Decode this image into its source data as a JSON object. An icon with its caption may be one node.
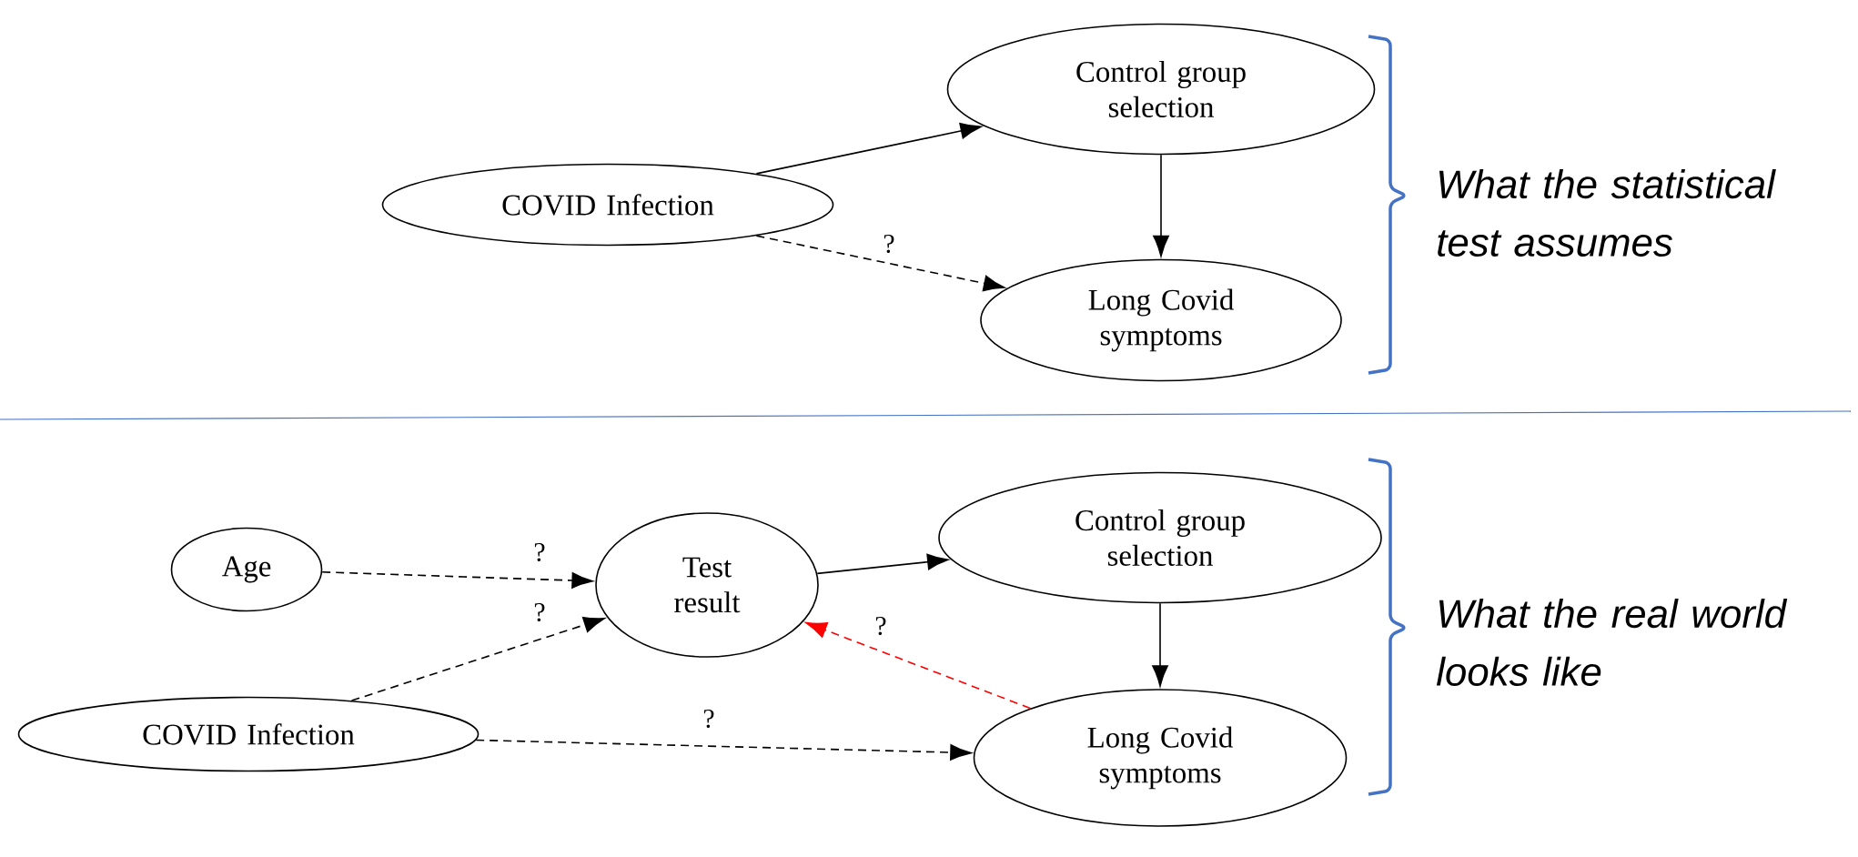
{
  "diagram": {
    "nodes": [
      {
        "text": [
          "COVID Infection"
        ]
      },
      {
        "text": [
          "Control group selection"
        ]
      },
      {
        "text": [
          "Long Covid symptoms"
        ]
      },
      {
        "text": [
          "Age"
        ]
      },
      {
        "text": [
          "Test result"
        ]
      },
      {
        "text": [
          "Control group selection"
        ]
      },
      {
        "text": [
          "COVID Infection"
        ]
      },
      {
        "text": [
          "Long Covid symptoms"
        ]
      }
    ],
    "edges": [
      {
        "from": 0,
        "to": 1,
        "arrow": "to"
      },
      {
        "from": 0,
        "to": 2,
        "arrow": "to",
        "style": "dashed",
        "label": "?"
      },
      {
        "from": 1,
        "to": 2,
        "arrow": "to"
      },
      {
        "from": 3,
        "to": 4,
        "arrow": "to",
        "style": "dashed",
        "label": "?"
      },
      {
        "from": 6,
        "to": 4,
        "arrow": "to",
        "style": "dashed",
        "label": "?"
      },
      {
        "from": 4,
        "to": 5,
        "arrow": "to"
      },
      {
        "from": 5,
        "to": 7,
        "arrow": "to"
      },
      {
        "from": 7,
        "to": 4,
        "arrow": "to",
        "style": "dashed",
        "color": "#ff0000",
        "label": "?"
      },
      {
        "from": 6,
        "to": 7,
        "arrow": "to",
        "style": "dashed",
        "label": "?"
      }
    ],
    "labels": [
      "What the statistical test assumes",
      "What the real world looks like"
    ]
  }
}
